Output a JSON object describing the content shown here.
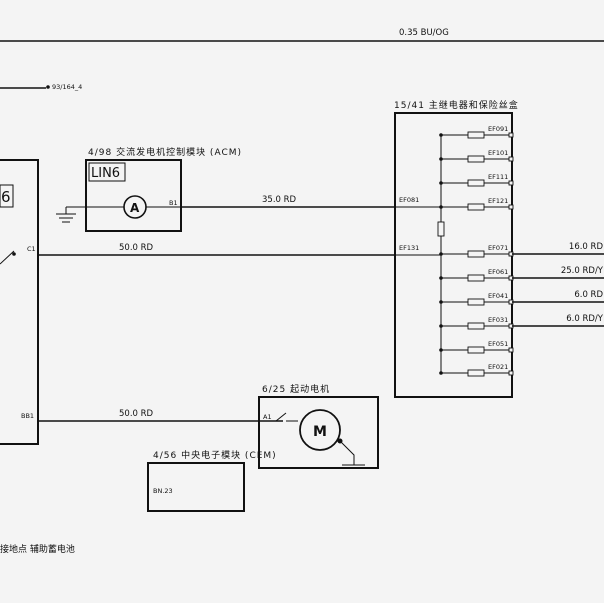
{
  "top_wire_label": "0.35 BU/OG",
  "ground_ref": "93/164_4",
  "left_module_number": "6",
  "acm": {
    "title": "4/98 交流发电机控制模块 (ACM)",
    "lin": "LIN6",
    "symbol": "A",
    "pin": "B1"
  },
  "fusebox": {
    "title": "15/41 主继电器和保险丝盒",
    "input_pins": [
      "EF081",
      "EF131"
    ],
    "fuses": [
      "EF091",
      "EF101",
      "EF111",
      "EF121",
      "EF071",
      "EF061",
      "EF041",
      "EF031",
      "EF051",
      "EF021"
    ]
  },
  "wires": {
    "acm_to_fusebox": "35.0 RD",
    "c1_to_fusebox": "50.0 RD",
    "bb1_to_starter": "50.0 RD"
  },
  "left_pins": {
    "c1": "C1",
    "bb1": "BB1"
  },
  "outputs": [
    "16.0 RD",
    "25.0 RD/Y",
    "6.0 RD",
    "6.0 RD/Y"
  ],
  "starter": {
    "title": "6/25 起动电机",
    "pin": "A1",
    "symbol": "M"
  },
  "cem": {
    "title": "4/56 中央电子模块 (CEM)",
    "pin": "BN.23"
  },
  "footer_note": "接地点 辅助蓄电池"
}
